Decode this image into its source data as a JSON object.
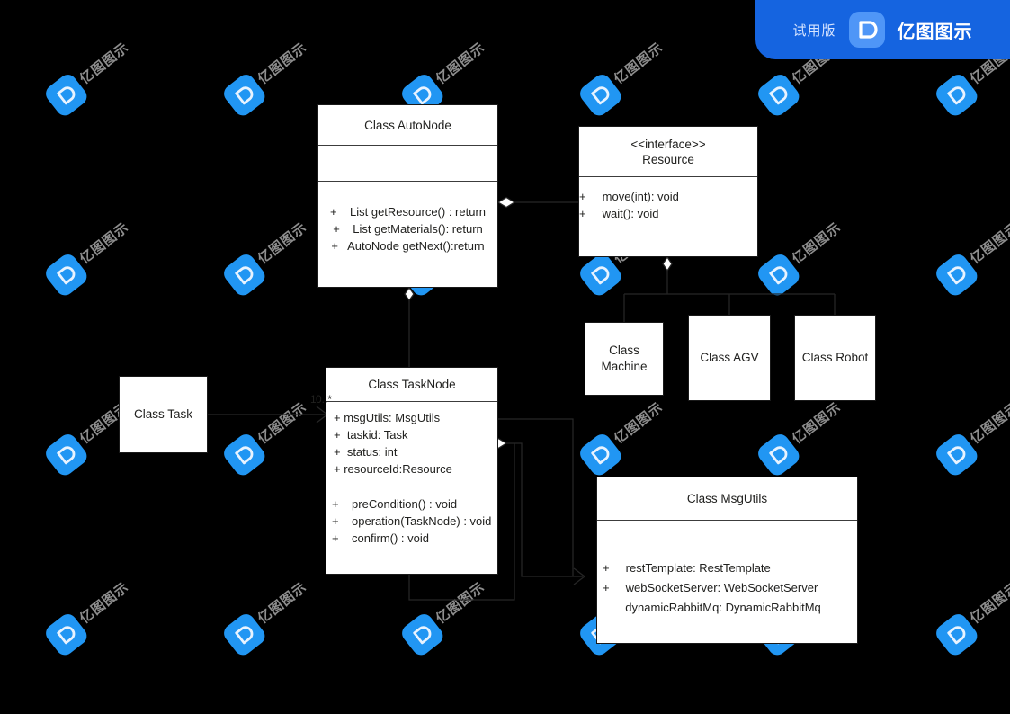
{
  "brand": {
    "trial_label": "试用版",
    "product_name": "亿图图示",
    "logo_icon": "edraw-logo-icon",
    "accent_color": "#1564e0",
    "logo_tile_color": "#4f96f7"
  },
  "watermark": {
    "text": "亿图图示",
    "logo_icon": "edraw-watermark-logo-icon",
    "color": "#8d8d8d",
    "tile_color": "#2196f3"
  },
  "canvas": {
    "background_color": "#000000",
    "node_fill": "#ffffff",
    "node_stroke": "#1a1a1a"
  },
  "diagram": {
    "type": "uml-class-diagram",
    "nodes": [
      {
        "id": "auto-node",
        "name": "Class AutoNode",
        "title": "Class AutoNode",
        "stereotype": "",
        "attributes": [],
        "methods": [
          "+    List getResource() : return",
          "+    List getMaterials(): return",
          "+   AutoNode getNext():return"
        ]
      },
      {
        "id": "resource",
        "name": "Resource",
        "stereotype": "<<interface>>",
        "title": "Resource",
        "attributes": [],
        "methods": [
          "+     move(int): void",
          "+     wait(): void"
        ]
      },
      {
        "id": "machine",
        "name": "Class Machine",
        "title": "Class\nMachine"
      },
      {
        "id": "agv",
        "name": "Class AGV",
        "title": "Class AGV"
      },
      {
        "id": "robot",
        "name": "Class Robot",
        "title": "Class Robot"
      },
      {
        "id": "task",
        "name": "Class Task",
        "title": "Class Task"
      },
      {
        "id": "task-node",
        "name": "Class TaskNode",
        "title": "Class TaskNode",
        "attributes": [
          "+ msgUtils: MsgUtils",
          "+  taskid: Task",
          "+  status: int",
          "+ resourceId:Resource"
        ],
        "methods": [
          "+    preCondition() : void",
          "+    operation(TaskNode) : void",
          "+    confirm() : void"
        ]
      },
      {
        "id": "msg-utils",
        "name": "Class MsgUtils",
        "title": "Class MsgUtils",
        "attributes": [
          "+     restTemplate: RestTemplate",
          "+     webSocketServer: WebSocketServer",
          "       dynamicRabbitMq: DynamicRabbitMq"
        ]
      }
    ],
    "multiplicities": [
      {
        "id": "task-source",
        "label": "1"
      },
      {
        "id": "tasknode-target",
        "label": "0..*"
      }
    ],
    "relations": [
      {
        "from": "auto-node",
        "to": "resource",
        "type": "aggregation"
      },
      {
        "from": "auto-node",
        "to": "task-node",
        "type": "aggregation"
      },
      {
        "from": "resource",
        "to": "machine",
        "type": "generalization"
      },
      {
        "from": "resource",
        "to": "agv",
        "type": "generalization"
      },
      {
        "from": "resource",
        "to": "robot",
        "type": "generalization"
      },
      {
        "from": "task",
        "to": "task-node",
        "type": "association"
      },
      {
        "from": "task-node",
        "to": "msg-utils",
        "type": "aggregation"
      },
      {
        "from": "task-node",
        "to": "task-node",
        "type": "self-loop"
      }
    ]
  }
}
